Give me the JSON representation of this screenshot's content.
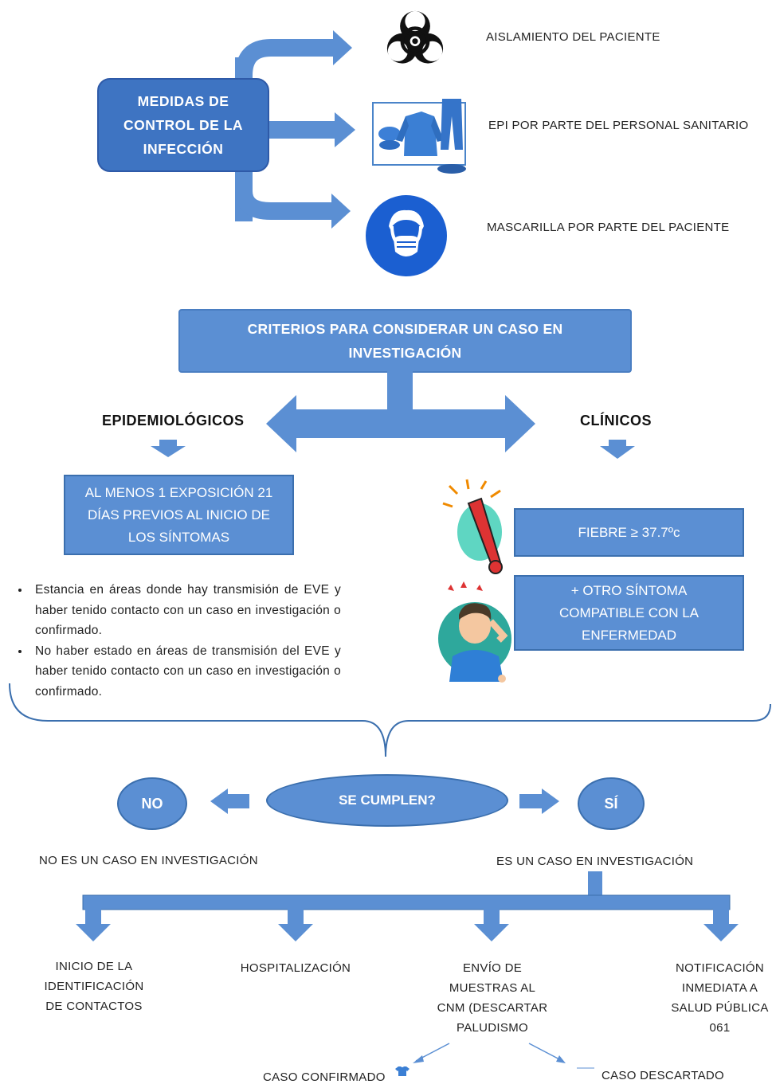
{
  "section1": {
    "main_box_lines": [
      "MEDIDAS DE",
      "CONTROL DE LA",
      "INFECCIÓN"
    ],
    "measures": [
      {
        "icon": "biohazard-icon",
        "label": "AISLAMIENTO DEL PACIENTE"
      },
      {
        "icon": "ppe-suit-icon",
        "label": "EPI POR PARTE DEL PERSONAL SANITARIO"
      },
      {
        "icon": "face-mask-icon",
        "label": "MASCARILLA POR PARTE DEL PACIENTE"
      }
    ]
  },
  "section2": {
    "title_lines": [
      "CRITERIOS PARA CONSIDERAR UN CASO EN",
      "INVESTIGACIÓN"
    ],
    "left_heading": "EPIDEMIOLÓGICOS",
    "right_heading": "CLÍNICOS",
    "epi_box_lines": [
      "AL MENOS 1 EXPOSICIÓN 21",
      "DÍAS PREVIOS AL INICIO DE",
      "LOS SÍNTOMAS"
    ],
    "bullets": [
      "Estancia en áreas donde hay transmisión de EVE y haber tenido contacto con un caso en investigación o confirmado.",
      "No haber estado en áreas de transmisión del EVE y haber tenido contacto con un caso en investigación o confirmado."
    ],
    "fever_box": "FIEBRE ≥ 37.7ºc",
    "symptom_box_lines": [
      "+ OTRO SÍNTOMA",
      "COMPATIBLE CON LA",
      "ENFERMEDAD"
    ]
  },
  "section3": {
    "question": "SE CUMPLEN?",
    "no_label": "NO",
    "yes_label": "SÍ",
    "no_result": "NO ES UN CASO EN INVESTIGACIÓN",
    "yes_result": "ES UN CASO EN INVESTIGACIÓN",
    "actions": [
      {
        "lines": [
          "INICIO DE LA",
          "IDENTIFICACIÓN",
          "DE CONTACTOS"
        ]
      },
      {
        "lines": [
          "HOSPITALIZACIÓN"
        ]
      },
      {
        "lines": [
          "ENVÍO DE",
          "MUESTRAS AL",
          "CNM (DESCARTAR",
          "PALUDISMO"
        ]
      },
      {
        "lines": [
          "NOTIFICACIÓN",
          "INMEDIATA A",
          "SALUD PÚBLICA",
          "061"
        ]
      }
    ],
    "confirmed": "CASO CONFIRMADO",
    "discarded": "CASO DESCARTADO"
  },
  "colors": {
    "box_blue": "#4a84c9",
    "box_border": "#3b6fae",
    "arrow_blue": "#5b8fd3",
    "dark_blue": "#2e5aa8",
    "mask_blue": "#1b5fd1"
  }
}
